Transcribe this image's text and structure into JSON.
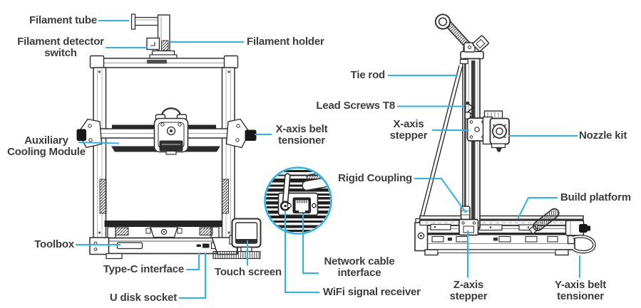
{
  "style": {
    "accent_color": "#2eb3e6",
    "label_color": "#3d3d3d",
    "line_color": "#2f2f2f"
  },
  "front_view": {
    "labels": {
      "filament_tube": "Filament tube",
      "filament_detector_switch": "Filament detector\nswitch",
      "filament_holder": "Filament holder",
      "auxiliary_cooling_module": "Auxiliary\nCooling Module",
      "x_axis_belt_tensioner": "X-axis belt\ntensioner",
      "toolbox": "Toolbox",
      "type_c_interface": "Type-C interface",
      "touch_screen": "Touch screen",
      "u_disk_socket": "U disk socket",
      "network_cable_interface": "Network cable\ninterface",
      "wifi_signal_receiver": "WiFi signal receiver"
    }
  },
  "side_view": {
    "labels": {
      "tie_rod": "Tie rod",
      "lead_screws_t8": "Lead Screws T8",
      "x_axis_stepper": "X-axis\nstepper",
      "nozzle_kit": "Nozzle kit",
      "rigid_coupling": "Rigid Coupling",
      "build_platform": "Build platform",
      "z_axis_stepper": "Z-axis\nstepper",
      "y_axis_belt_tensioner": "Y-axis belt\ntensioner"
    }
  }
}
